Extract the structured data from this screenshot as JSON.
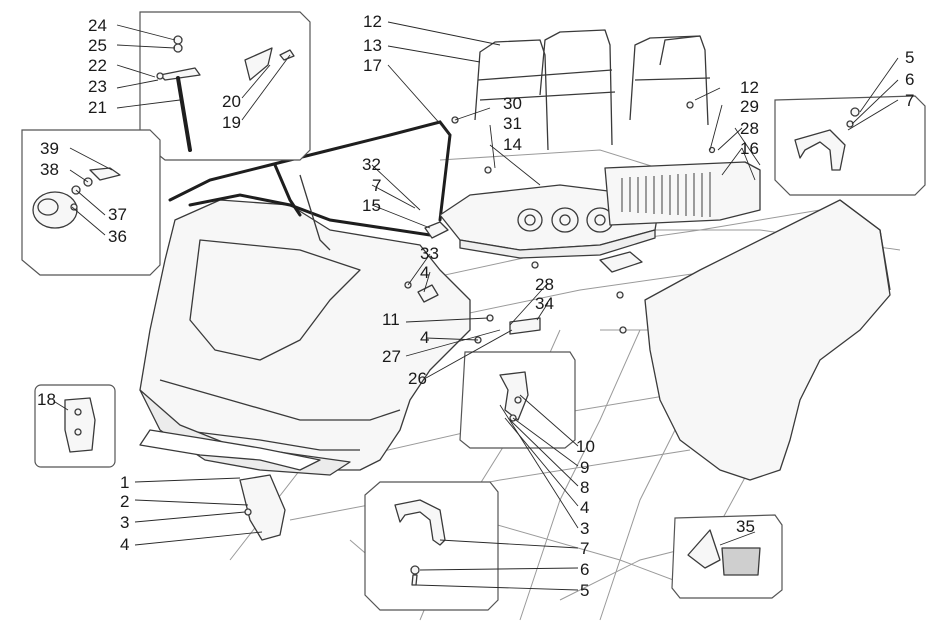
{
  "callouts": [
    "1",
    "2",
    "3",
    "4",
    "5",
    "6",
    "7",
    "8",
    "9",
    "10",
    "11",
    "12",
    "13",
    "14",
    "15",
    "16",
    "17",
    "18",
    "19",
    "20",
    "21",
    "22",
    "23",
    "24",
    "25",
    "26",
    "27",
    "28",
    "29",
    "30",
    "31",
    "32",
    "33",
    "34",
    "35",
    "36",
    "37",
    "38",
    "39"
  ]
}
